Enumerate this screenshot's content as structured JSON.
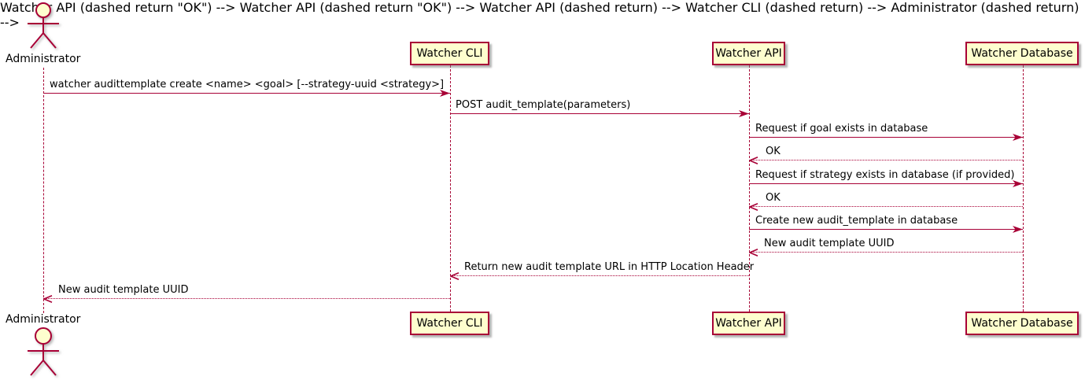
{
  "diagram": {
    "type": "uml-sequence",
    "accent_color": "#A80036",
    "participant_fill": "#FEFECE",
    "background": "#FFFFFF",
    "participants": [
      {
        "id": "administrator",
        "label": "Administrator",
        "kind": "actor"
      },
      {
        "id": "watcher-cli",
        "label": "Watcher CLI",
        "kind": "participant"
      },
      {
        "id": "watcher-api",
        "label": "Watcher API",
        "kind": "participant"
      },
      {
        "id": "watcher-database",
        "label": "Watcher Database",
        "kind": "participant"
      }
    ],
    "messages": [
      {
        "from": "Administrator",
        "to": "Watcher CLI",
        "style": "solid",
        "text": "watcher audittemplate create <name> <goal> [--strategy-uuid <strategy>]"
      },
      {
        "from": "Watcher CLI",
        "to": "Watcher API",
        "style": "solid",
        "text": "POST audit_template(parameters)"
      },
      {
        "from": "Watcher API",
        "to": "Watcher Database",
        "style": "solid",
        "text": "Request if goal exists in database"
      },
      {
        "from": "Watcher Database",
        "to": "Watcher API",
        "style": "dashed",
        "text": "OK"
      },
      {
        "from": "Watcher API",
        "to": "Watcher Database",
        "style": "solid",
        "text": "Request if strategy exists in database (if provided)"
      },
      {
        "from": "Watcher Database",
        "to": "Watcher API",
        "style": "dashed",
        "text": "OK"
      },
      {
        "from": "Watcher API",
        "to": "Watcher Database",
        "style": "solid",
        "text": "Create new audit_template in database"
      },
      {
        "from": "Watcher Database",
        "to": "Watcher API",
        "style": "dashed",
        "text": "New audit template UUID"
      },
      {
        "from": "Watcher API",
        "to": "Watcher CLI",
        "style": "dashed",
        "text": "Return new audit template URL in HTTP Location Header"
      },
      {
        "from": "Watcher CLI",
        "to": "Administrator",
        "style": "dashed",
        "text": "New audit template UUID"
      }
    ]
  }
}
